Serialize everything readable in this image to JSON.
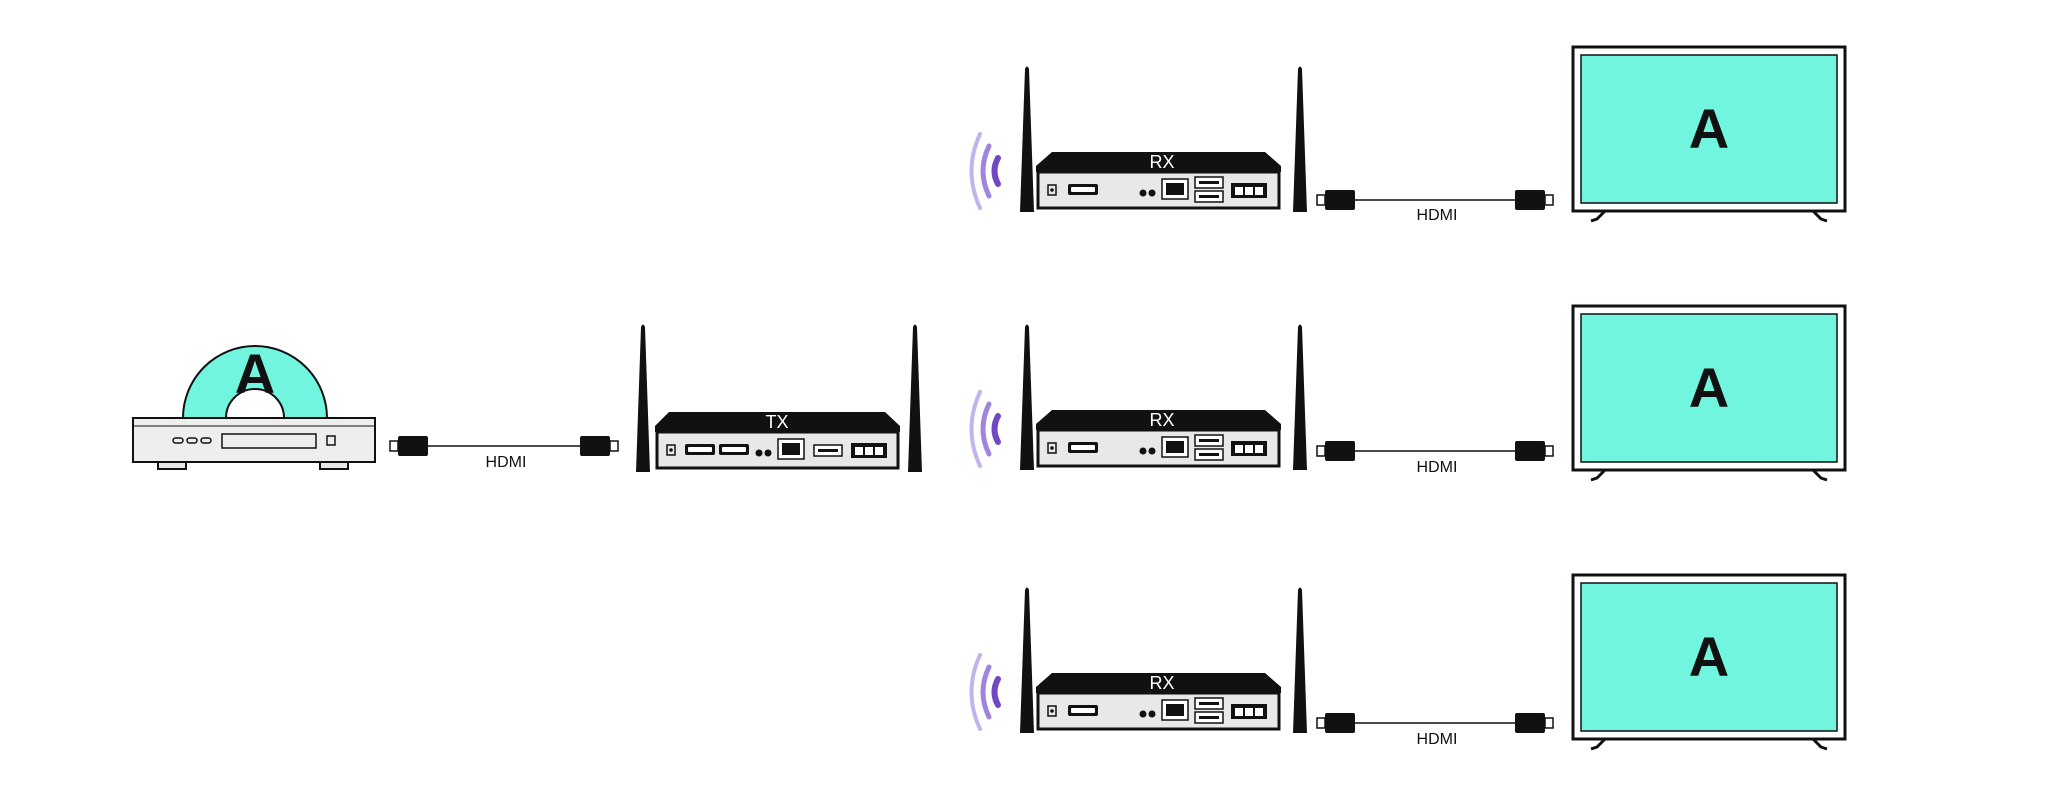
{
  "source": {
    "name": "dvd-player",
    "disc_letter": "A",
    "disc_color": "#72f5de"
  },
  "source_cable": {
    "label": "HDMI"
  },
  "transmitter": {
    "label": "TX"
  },
  "receivers": [
    {
      "label": "RX",
      "cable_label": "HDMI",
      "screen_letter": "A"
    },
    {
      "label": "RX",
      "cable_label": "HDMI",
      "screen_letter": "A"
    },
    {
      "label": "RX",
      "cable_label": "HDMI",
      "screen_letter": "A"
    }
  ],
  "colors": {
    "screen": "#72f5de",
    "device_body": "#e8e8e8",
    "device_top": "#111111",
    "wifi_light": "#b9a6e6",
    "wifi_mid": "#9c82dc",
    "wifi_dark": "#7a52c8"
  },
  "icons": [
    "antenna-icon",
    "wifi-signal-icon",
    "hdmi-plug-icon",
    "hdmi-port-icon",
    "ethernet-port-icon",
    "usb-port-icon",
    "disc-icon",
    "tv-icon"
  ]
}
